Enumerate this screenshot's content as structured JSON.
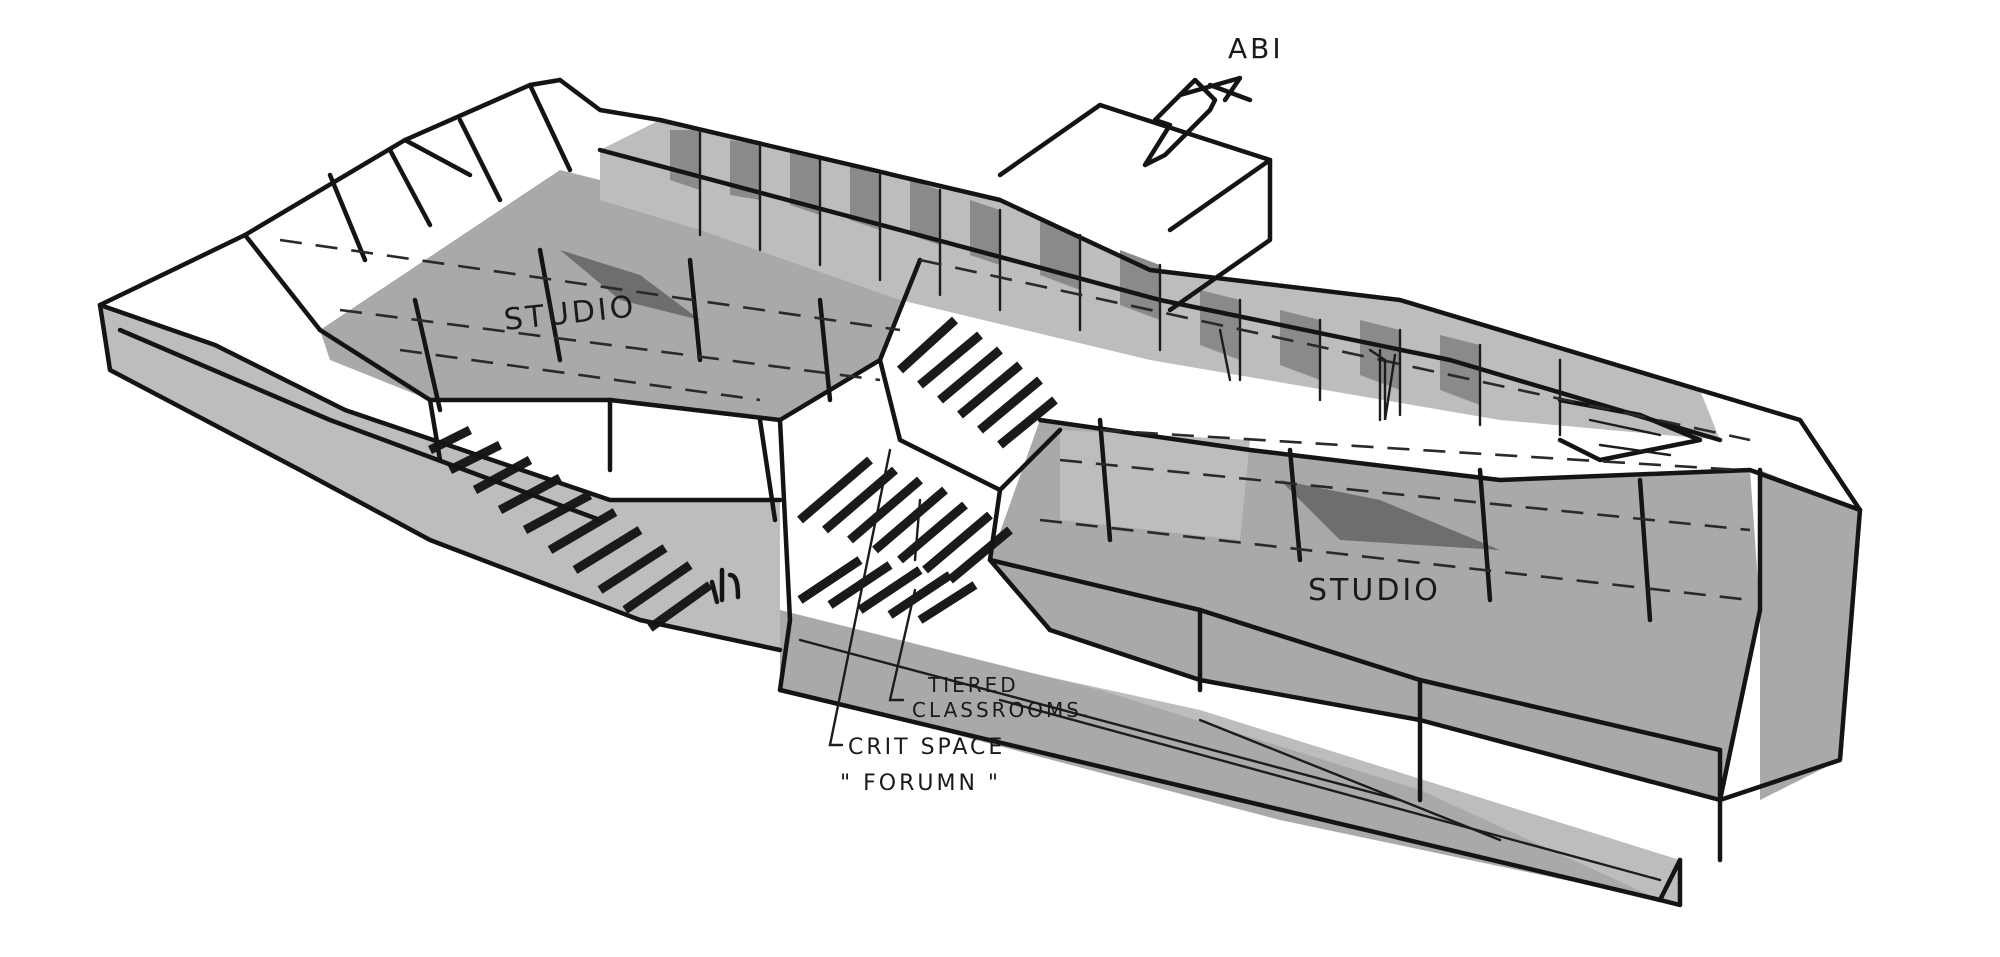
{
  "labels": {
    "abi": "ABI",
    "studio_left": "STUDIO",
    "studio_right": "STUDIO",
    "tiered_line1": "TIERED",
    "tiered_line2": "CLASSROOMS.",
    "crit_line1": "CRIT SPACE",
    "crit_line2": "\" FORUMN \""
  }
}
